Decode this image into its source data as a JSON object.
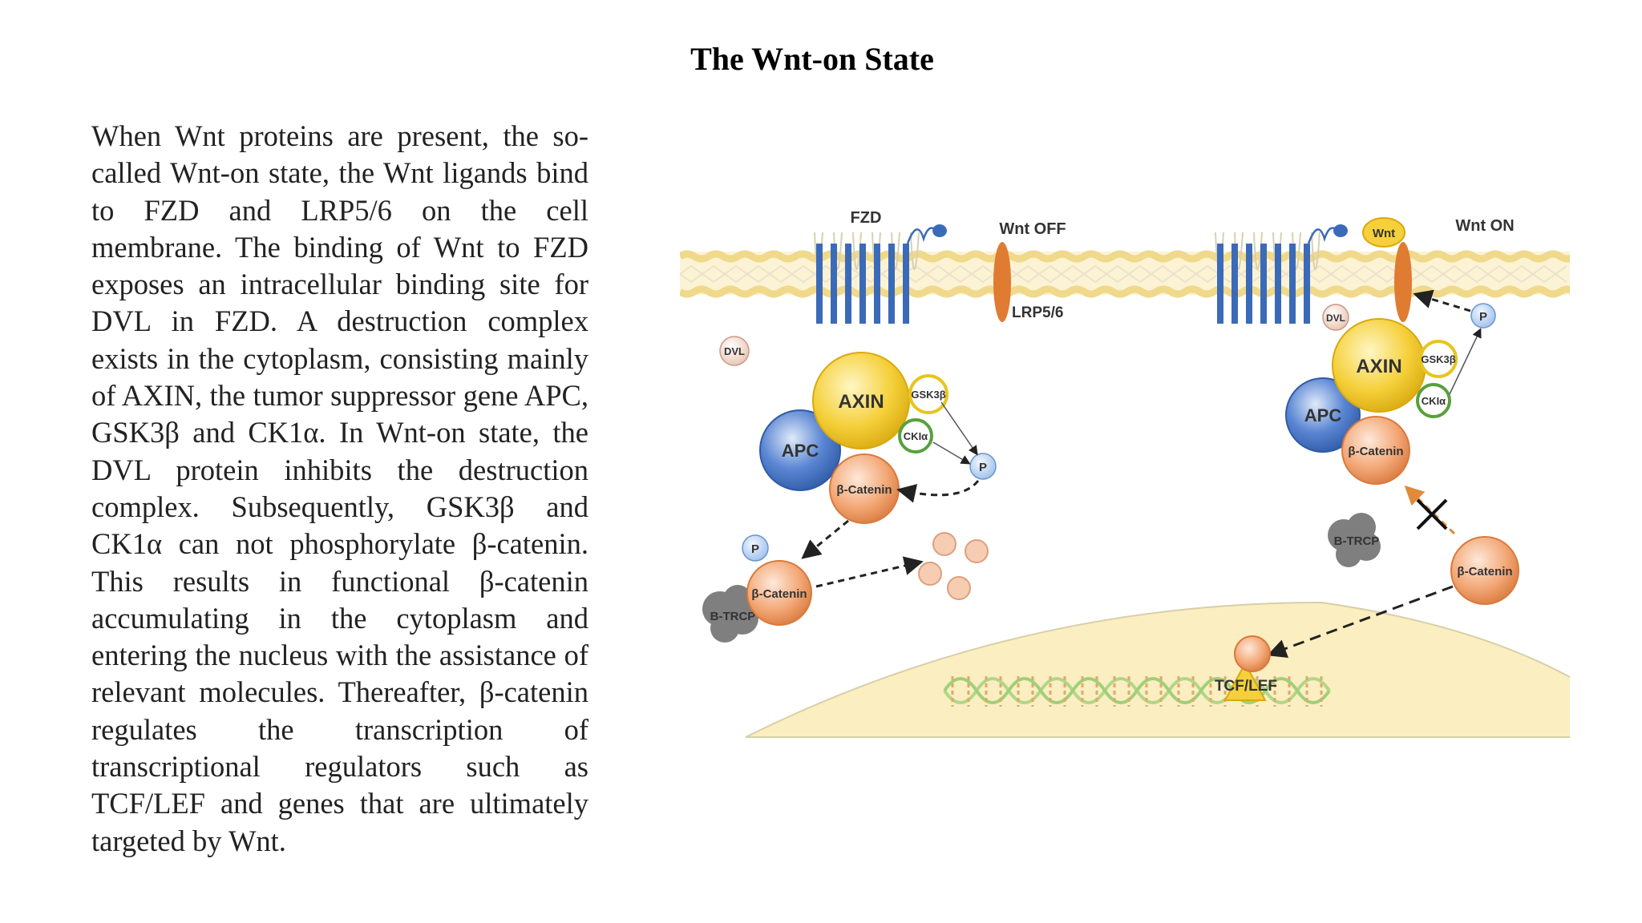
{
  "title": "The Wnt-on State",
  "body_text": "When Wnt proteins are present, the so-called Wnt-on state, the Wnt ligands bind to FZD and LRP5/6 on the cell membrane. The binding of Wnt to FZD exposes an intracellular binding site for DVL in FZD. A destruction complex exists in the cytoplasm, consisting mainly of AXIN, the tumor suppressor gene APC, GSK3β and CK1α. In Wnt-on state, the DVL protein inhibits the destruction complex. Subsequently, GSK3β and CK1α can not phosphorylate β-catenin. This results in functional β-catenin accumulating in the cytoplasm and entering the nucleus with the assistance of relevant molecules. Thereafter, β-catenin regulates the transcription of transcriptional regulators such as TCF/LEF and genes that are ultimately targeted by Wnt.",
  "diagram": {
    "labels": {
      "fzd": "FZD",
      "wnt_off": "Wnt OFF",
      "wnt_on": "Wnt ON",
      "lrp": "LRP5/6",
      "dvl": "DVL",
      "axin": "AXIN",
      "apc": "APC",
      "gsk3b": "GSK3β",
      "ckia": "CKIα",
      "p": "P",
      "bcatenin": "β-Catenin",
      "btrcp": "B-TRCP",
      "wnt": "Wnt",
      "tcflef": "TCF/LEF"
    },
    "colors": {
      "membrane": "#f3e3a6",
      "receptor": "#3b6bb8",
      "lrp": "#e07b32",
      "axin": "#f5d03a",
      "apc": "#4a78c9",
      "bcatenin": "#f0a06a",
      "gsk3b": "#e6c51e",
      "ckia": "#58a03c",
      "phosphate": "#a9c8ec",
      "btrcp": "#7f7f7f",
      "nucleus": "#fbeec0"
    }
  }
}
